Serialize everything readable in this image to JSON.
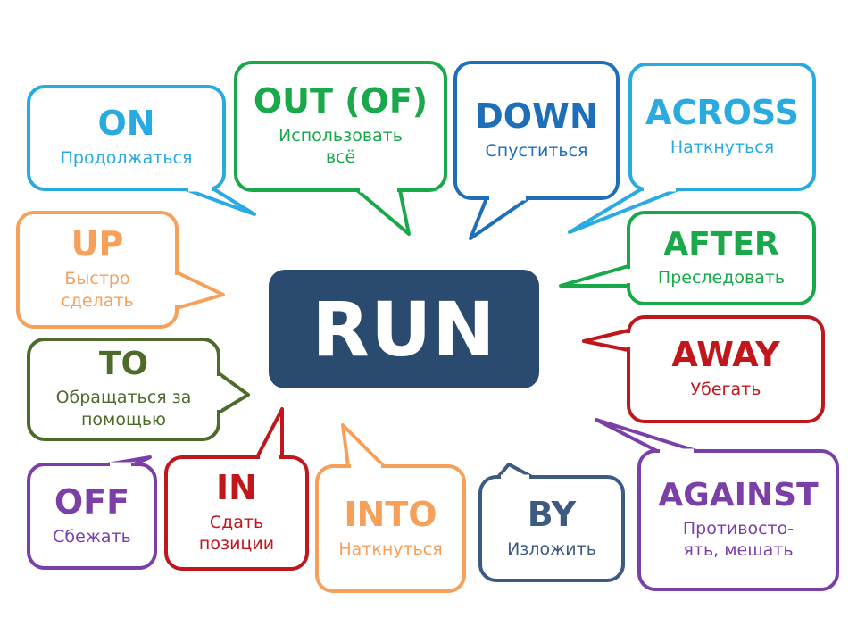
{
  "center_word": "RUN",
  "colors": {
    "center_fill": "#2b4a6f",
    "light_blue": "#29abe2",
    "green": "#19a84a",
    "blue": "#1f6fb8",
    "orange": "#f6a05a",
    "olive": "#4f6b2c",
    "red": "#c0171d",
    "purple": "#7b3fa8",
    "slate": "#3d5a80"
  },
  "bubbles": [
    {
      "key": "on",
      "word": "ON",
      "meaning": "Продолжаться",
      "color": "#29abe2"
    },
    {
      "key": "out-of",
      "word": "OUT (OF)",
      "meaning": "Использовать\nвсё",
      "color": "#19a84a"
    },
    {
      "key": "down",
      "word": "DOWN",
      "meaning": "Спуститься",
      "color": "#1f6fb8"
    },
    {
      "key": "across",
      "word": "ACROSS",
      "meaning": "Наткнуться",
      "color": "#29abe2"
    },
    {
      "key": "up",
      "word": "UP",
      "meaning": "Быстро\nсделать",
      "color": "#f6a05a"
    },
    {
      "key": "after",
      "word": "AFTER",
      "meaning": "Преследовать",
      "color": "#19a84a"
    },
    {
      "key": "to",
      "word": "TO",
      "meaning": "Обращаться за\nпомощью",
      "color": "#4f6b2c"
    },
    {
      "key": "away",
      "word": "AWAY",
      "meaning": "Убегать",
      "color": "#c0171d"
    },
    {
      "key": "off",
      "word": "OFF",
      "meaning": "Сбежать",
      "color": "#7b3fa8"
    },
    {
      "key": "in",
      "word": "IN",
      "meaning": "Сдать\nпозиции",
      "color": "#c0171d"
    },
    {
      "key": "into",
      "word": "INTO",
      "meaning": "Наткнуться",
      "color": "#f6a05a"
    },
    {
      "key": "by",
      "word": "BY",
      "meaning": "Изложить",
      "color": "#3d5a80"
    },
    {
      "key": "against",
      "word": "AGAINST",
      "meaning": "Противосто-\nять, мешать",
      "color": "#7b3fa8"
    }
  ]
}
